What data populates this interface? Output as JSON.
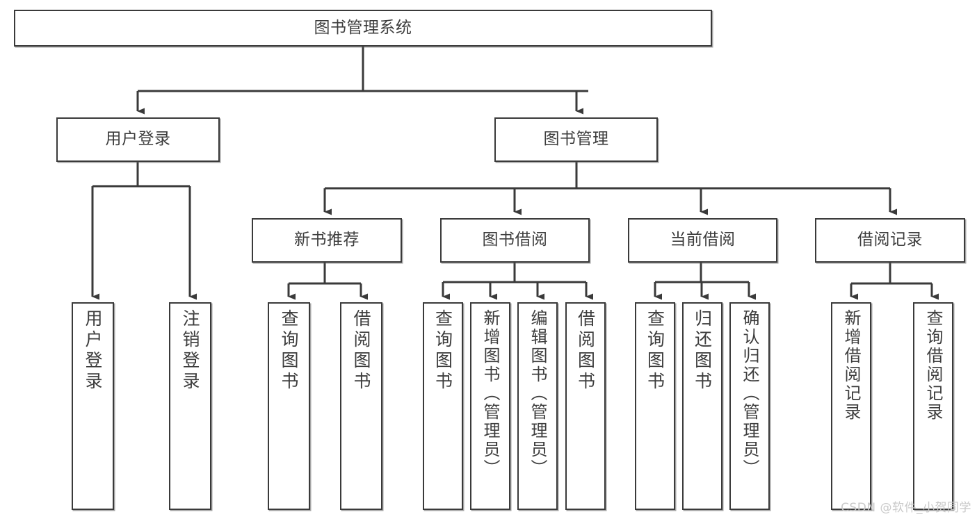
{
  "diagram": {
    "title": "图书管理系统",
    "type": "tree-hierarchy-flowchart",
    "watermark": "CSDN @软件_小贺同学",
    "colors": {
      "background": "#ffffff",
      "box_border": "#3a3a3a",
      "box_fill": "#ffffff",
      "text": "#3d3d3d",
      "connector": "#3a3a3a",
      "watermark": "#c9c9c9"
    },
    "root": {
      "label": "图书管理系统"
    },
    "level2": [
      {
        "label": "用户登录"
      },
      {
        "label": "图书管理"
      }
    ],
    "level3": [
      {
        "label": "新书推荐"
      },
      {
        "label": "图书借阅"
      },
      {
        "label": "当前借阅"
      },
      {
        "label": "借阅记录"
      }
    ],
    "leaves": {
      "user_login": [
        {
          "label": "用户登录"
        },
        {
          "label": "注销登录"
        }
      ],
      "new_book_recommend": [
        {
          "label": "查询图书"
        },
        {
          "label": "借阅图书"
        }
      ],
      "book_borrow": [
        {
          "label": "查询图书"
        },
        {
          "label": "新增图书（管理员）"
        },
        {
          "label": "编辑图书（管理员）"
        },
        {
          "label": "借阅图书"
        }
      ],
      "current_borrow": [
        {
          "label": "查询图书"
        },
        {
          "label": "归还图书"
        },
        {
          "label": "确认归还（管理员）"
        }
      ],
      "borrow_record": [
        {
          "label": "新增借阅记录"
        },
        {
          "label": "查询借阅记录"
        }
      ]
    }
  }
}
